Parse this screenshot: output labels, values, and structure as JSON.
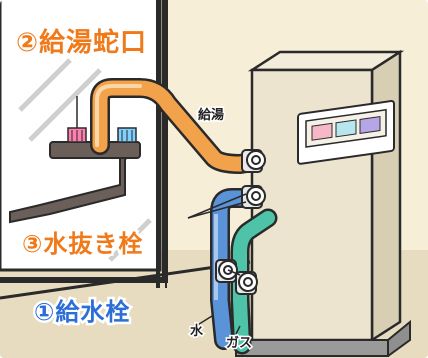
{
  "labels": {
    "faucet": "②給湯蛇口",
    "drain_plug": "③水抜き栓",
    "supply_plug": "①給水栓",
    "hot_water": "給湯",
    "water": "水",
    "gas": "ガス"
  },
  "colors": {
    "background": "#f7eed8",
    "label_orange": "#f07a1a",
    "label_blue": "#2b6fd6",
    "hot_pipe": "#f2a24a",
    "water_pipe": "#5a93d8",
    "gas_pipe": "#4ec3a8",
    "heater_body": "#ece4cf",
    "wall_frame": "#2a2a2a"
  },
  "icons": [
    "hot-water-heater-icon",
    "faucet-icon",
    "valve-icon"
  ]
}
